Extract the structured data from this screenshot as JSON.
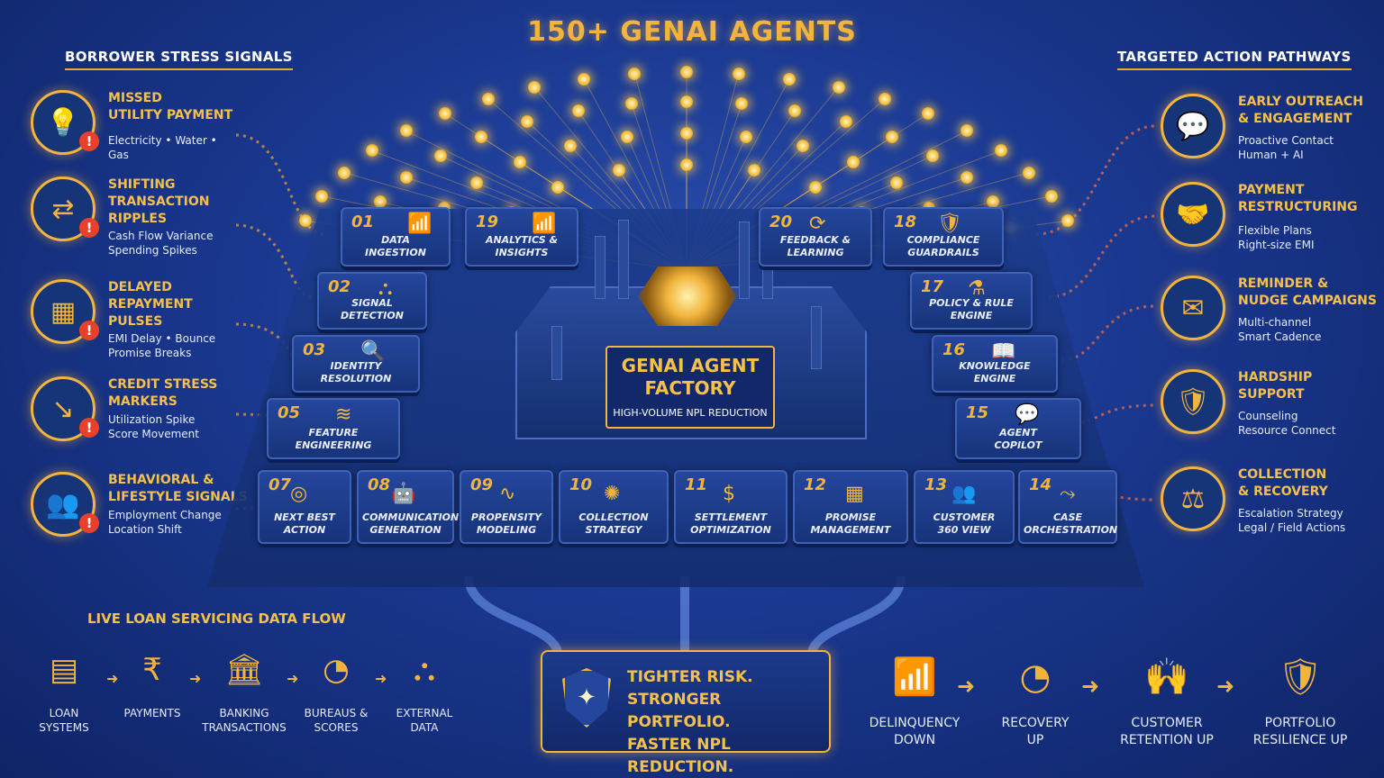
{
  "title": "150+ GENAI AGENTS",
  "left_header": "BORROWER STRESS SIGNALS",
  "right_header": "TARGETED ACTION PATHWAYS",
  "signals": [
    {
      "title": "MISSED\nUTILITY PAYMENT",
      "sub": "Electricity • Water • Gas",
      "icon": "lightbulb-icon"
    },
    {
      "title": "SHIFTING\nTRANSACTION\nRIPPLES",
      "sub": "Cash Flow Variance\nSpending Spikes",
      "icon": "swap-arrows-icon"
    },
    {
      "title": "DELAYED\nREPAYMENT\nPULSES",
      "sub": "EMI Delay • Bounce\nPromise Breaks",
      "icon": "calendar-icon"
    },
    {
      "title": "CREDIT STRESS\nMARKERS",
      "sub": "Utilization Spike\nScore Movement",
      "icon": "trend-down-icon"
    },
    {
      "title": "BEHAVIORAL &\nLIFESTYLE SIGNALS",
      "sub": "Employment Change\nLocation Shift",
      "icon": "people-icon"
    }
  ],
  "actions": [
    {
      "title": "EARLY OUTREACH\n& ENGAGEMENT",
      "sub": "Proactive Contact\nHuman + AI",
      "icon": "chat-person-icon"
    },
    {
      "title": "PAYMENT\nRESTRUCTURING",
      "sub": "Flexible Plans\nRight-size EMI",
      "icon": "handshake-icon"
    },
    {
      "title": "REMINDER &\nNUDGE CAMPAIGNS",
      "sub": "Multi-channel\nSmart Cadence",
      "icon": "envelope-icon"
    },
    {
      "title": "HARDSHIP\nSUPPORT",
      "sub": "Counseling\nResource Connect",
      "icon": "shield-person-icon"
    },
    {
      "title": "COLLECTION\n& RECOVERY",
      "sub": "Escalation Strategy\nLegal / Field Actions",
      "icon": "gavel-icon"
    }
  ],
  "agents": [
    {
      "num": "01",
      "label": "DATA\nINGESTION",
      "icon": "bar-chart-icon"
    },
    {
      "num": "19",
      "label": "ANALYTICS &\nINSIGHTS",
      "icon": "bar-chart-icon"
    },
    {
      "num": "20",
      "label": "FEEDBACK &\nLEARNING",
      "icon": "refresh-icon"
    },
    {
      "num": "18",
      "label": "COMPLIANCE\nGUARDRAILS",
      "icon": "shield-check-icon"
    },
    {
      "num": "02",
      "label": "SIGNAL\nDETECTION",
      "icon": "network-icon"
    },
    {
      "num": "17",
      "label": "POLICY & RULE\nENGINE",
      "icon": "flask-icon"
    },
    {
      "num": "03",
      "label": "IDENTITY\nRESOLUTION",
      "icon": "magnifier-icon"
    },
    {
      "num": "16",
      "label": "KNOWLEDGE\nENGINE",
      "icon": "book-icon"
    },
    {
      "num": "05",
      "label": "FEATURE\nENGINEERING",
      "icon": "layers-icon"
    },
    {
      "num": "15",
      "label": "AGENT\nCOPILOT",
      "icon": "chat-icon"
    },
    {
      "num": "07",
      "label": "NEXT BEST\nACTION",
      "icon": "target-icon"
    },
    {
      "num": "08",
      "label": "COMMUNICATION\nGENERATION",
      "icon": "robot-icon"
    },
    {
      "num": "09",
      "label": "PROPENSITY\nMODELING",
      "icon": "pulse-icon"
    },
    {
      "num": "10",
      "label": "COLLECTION\nSTRATEGY",
      "icon": "brain-icon"
    },
    {
      "num": "11",
      "label": "SETTLEMENT\nOPTIMIZATION",
      "icon": "dollar-icon"
    },
    {
      "num": "12",
      "label": "PROMISE\nMANAGEMENT",
      "icon": "calendar-icon"
    },
    {
      "num": "13",
      "label": "CUSTOMER\n360 VIEW",
      "icon": "group-icon"
    },
    {
      "num": "14",
      "label": "CASE\nORCHESTRATION",
      "icon": "flow-icon"
    }
  ],
  "factory": {
    "title": "GENAI AGENT\nFACTORY",
    "sub": "HIGH-VOLUME NPL REDUCTION"
  },
  "flow_header": "LIVE LOAN SERVICING DATA FLOW",
  "sources": [
    {
      "label": "LOAN\nSYSTEMS",
      "icon": "server-icon"
    },
    {
      "label": "PAYMENTS",
      "icon": "rupee-card-icon"
    },
    {
      "label": "BANKING\nTRANSACTIONS",
      "icon": "bank-icon"
    },
    {
      "label": "BUREAUS &\nSCORES",
      "icon": "gauge-icon"
    },
    {
      "label": "EXTERNAL\nDATA",
      "icon": "network-icon"
    }
  ],
  "result": "TIGHTER RISK.\nSTRONGER PORTFOLIO.\nFASTER NPL REDUCTION.",
  "outcomes": [
    {
      "label": "DELINQUENCY\nDOWN",
      "icon": "bars-down-icon"
    },
    {
      "label": "RECOVERY\nUP",
      "icon": "speedometer-icon"
    },
    {
      "label": "CUSTOMER\nRETENTION UP",
      "icon": "hands-person-icon"
    },
    {
      "label": "PORTFOLIO\nRESILIENCE UP",
      "icon": "shield-check-icon"
    }
  ]
}
